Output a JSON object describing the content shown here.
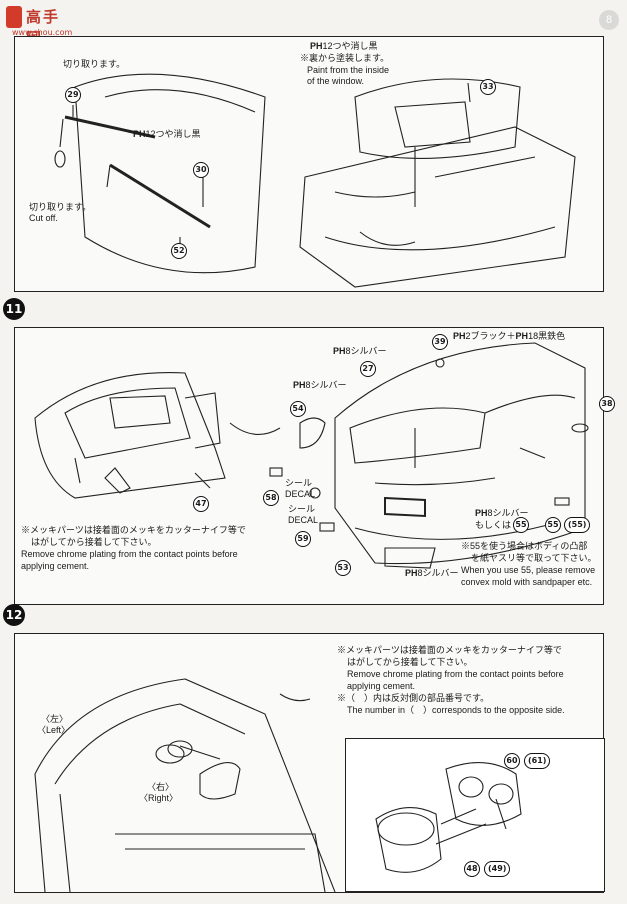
{
  "watermark": {
    "site_cn": "高手网",
    "site_url": "www.shou.com"
  },
  "page_badge": "8",
  "step10": {
    "cut1": "切り取ります。",
    "cut2_jp": "切り取ります。",
    "cut2_en": "Cut off.",
    "paint_black": "つや消し黒",
    "paint_num": "12",
    "roof_paint_num": "12",
    "roof_paint": "つや消し黒",
    "roof_note_jp": "※裏から塗装します。",
    "roof_note_en1": "Paint from the inside",
    "roof_note_en2": "of the window.",
    "parts": {
      "p29": "29",
      "p30": "30",
      "p52": "52",
      "p33": "33"
    }
  },
  "step11": {
    "num": "11",
    "silver_top": "シルバー",
    "silver_top_num": "8",
    "silver_left": "シルバー",
    "silver_left_num": "8",
    "black_plus": "ブラック＋",
    "black_num": "2",
    "gunmetal_num": "18",
    "gunmetal": "黒鉄色",
    "seal1_jp": "シール",
    "seal1_en": "DECAL",
    "seal2_jp": "シール",
    "seal2_en": "DECAL",
    "silver_right": "シルバー",
    "silver_right_num": "8",
    "or_text": "もしくは",
    "silver_bottom": "シルバー",
    "silver_bottom_num": "8",
    "note_jp1": "※メッキパーツは接着面のメッキをカッターナイフ等で",
    "note_jp2": "はがしてから接着して下さい。",
    "note_en1": "Remove chrome plating from the contact points before",
    "note_en2": "applying cement.",
    "p55_note_jp1": "※55を使う場合はボディの凸部",
    "p55_note_jp2": "を紙ヤスリ等で取って下さい。",
    "p55_note_en1": "When you use 55, please remove",
    "p55_note_en2": "convex mold with sandpaper etc.",
    "parts": {
      "p27": "27",
      "p38": "38",
      "p39": "39",
      "p47": "47",
      "p53": "53",
      "p54": "54",
      "p55a": "55",
      "p55b": "55",
      "p55c": "(55)",
      "p58": "58",
      "p59": "59"
    }
  },
  "step12": {
    "num": "12",
    "note_jp1": "※メッキパーツは接着面のメッキをカッターナイフ等で",
    "note_jp2": "はがしてから接着して下さい。",
    "note_en1": "Remove chrome plating from the contact points before",
    "note_en2": "applying cement.",
    "note3_jp": "※（　）内は反対側の部品番号です。",
    "note3_en": "The number in（　）corresponds to the opposite side.",
    "left_jp": "〈左〉",
    "left_en": "〈Left〉",
    "right_jp": "〈右〉",
    "right_en": "〈Right〉",
    "parts": {
      "p60": "60",
      "p61": "(61)",
      "p48": "48",
      "p49": "(49)"
    }
  },
  "ph_prefix": "PH"
}
